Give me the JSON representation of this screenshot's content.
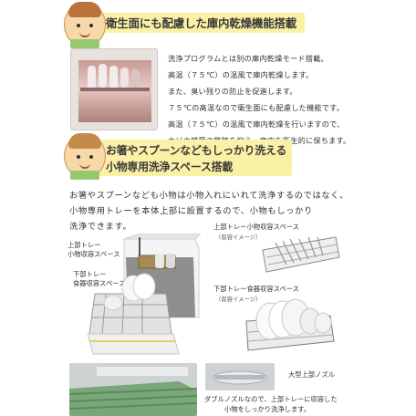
{
  "section1": {
    "title": "衛生面にも配慮した庫内乾燥機能搭載",
    "paragraph": [
      "洗浄プログラムとは別の庫内乾燥モード搭載。",
      "高温（７５℃）の温風で庫内乾燥します。",
      "また、臭い残りの防止を促進します。",
      "７５℃の高温なので衛生面にも配慮した機能です。",
      "高温（７５℃）の温風で庫内乾燥を行いますので、",
      "カビや雑菌の繁殖を抑え、庫内を衛生的に保ちます。"
    ]
  },
  "section2": {
    "title_line1": "お箸やスプーンなどもしっかり洗える",
    "title_line2": "小物専用洗浄スペース搭載",
    "paragraph": [
      "お箸やスプーンなども小物は小物入れにいれて洗浄するのではなく、",
      "小物専用トレーを本体上部に設置するので、小物もしっかり",
      "洗浄できます。"
    ],
    "labels": {
      "upper_tray_line1": "上部トレー",
      "upper_tray_line2": "小物収容スペース",
      "lower_tray_line1": "下部トレー",
      "lower_tray_line2": "食器収容スペース",
      "upper_rack_title": "上部トレー小物収容スペース",
      "upper_rack_note": "（収容イメージ）",
      "lower_rack_title": "下部トレー食器収容スペース",
      "lower_rack_note": "（収容イメージ）",
      "nozzle_label": "大型上部ノズル",
      "nozzle_caption_line1": "ダブルノズルなので、上部トレーに収容した",
      "nozzle_caption_line2": "小物をしっかり洗浄します。"
    }
  },
  "colors": {
    "highlight": "#fbf1a6",
    "text": "#333333"
  }
}
